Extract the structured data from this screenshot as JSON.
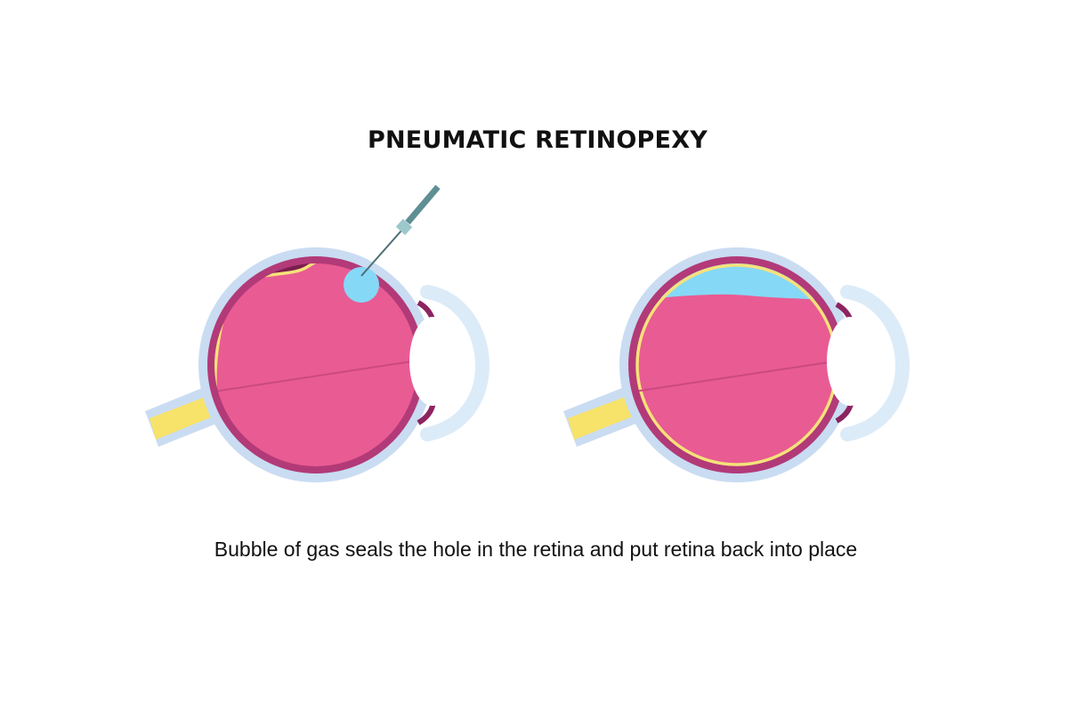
{
  "title": "PNEUMATIC RETINOPEXY",
  "caption": "Bubble of gas seals the hole in the retina and put retina back into place",
  "colors": {
    "sclera": "#c9dcf2",
    "choroid": "#b23a78",
    "retina_line": "#f5e27a",
    "vitreous": "#e95b93",
    "detached_space": "#7a1e4e",
    "gas_bubble": "#86d8f7",
    "lens": "#ffffff",
    "cornea": "#dcebf8",
    "optic_nerve": "#f7e36a",
    "needle": "#5f8f94"
  },
  "panels": [
    {
      "id": "before",
      "depicts": "eye with detached retina and gas injection needle"
    },
    {
      "id": "after",
      "depicts": "eye with gas bubble pressing retina back into place"
    }
  ]
}
